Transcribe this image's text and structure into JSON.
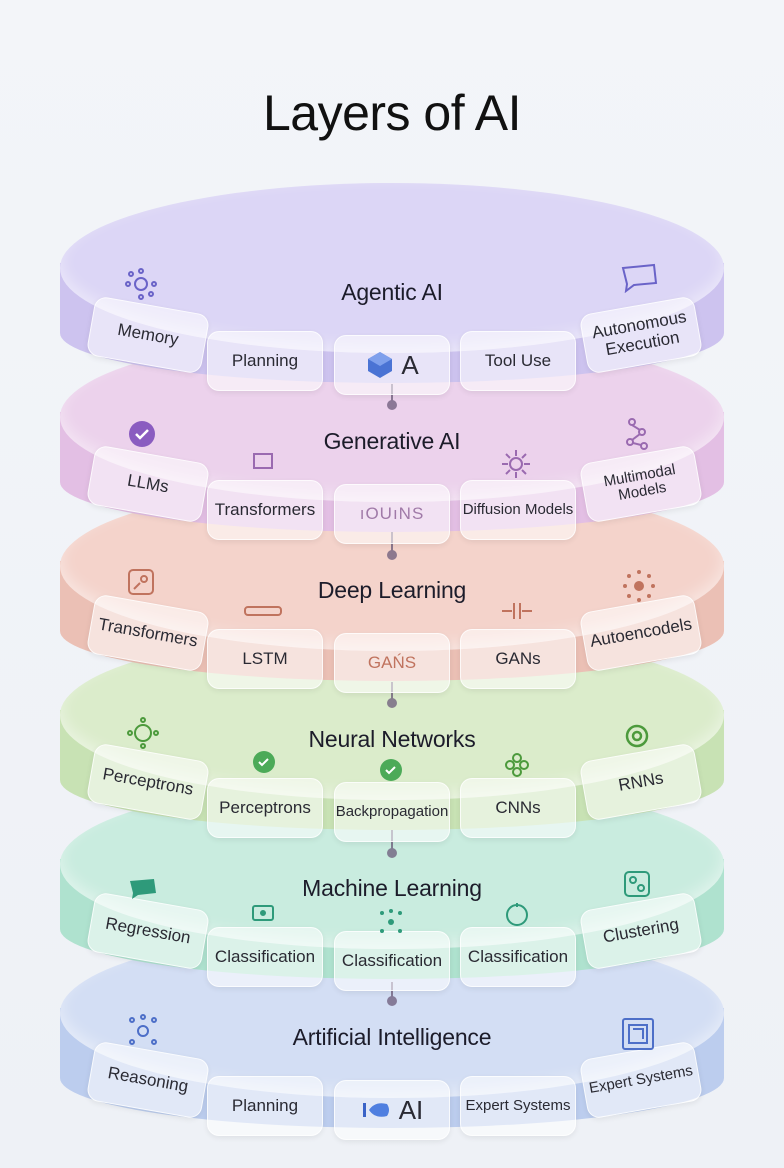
{
  "title": "Layers of AI",
  "layers": [
    {
      "heading": "Agentic AI",
      "cards": [
        "Memory",
        "Planning",
        "A",
        "Tool Use",
        "Autonomous Execution"
      ],
      "colors": {
        "top": "#dcd6f6",
        "side": "#cdc3ef"
      }
    },
    {
      "heading": "Generative AI",
      "cards": [
        "LLMs",
        "Transformers",
        "ıOUıNS",
        "Diffusion Models",
        "Multimodal Models"
      ],
      "colors": {
        "top": "#ecd2ec",
        "side": "#e3bfe4"
      }
    },
    {
      "heading": "Deep Learning",
      "cards": [
        "Transformers",
        "LSTM",
        "GAŃS",
        "GANs",
        "Autoencodels"
      ],
      "colors": {
        "top": "#f4d3cb",
        "side": "#ebc0b5"
      }
    },
    {
      "heading": "Neural Networks",
      "cards": [
        "Perceptrons",
        "Perceptrons",
        "Backpropagation",
        "CNNs",
        "RNNs"
      ],
      "colors": {
        "top": "#dbeccb",
        "side": "#c8e2b4"
      }
    },
    {
      "heading": "Machine Learning",
      "cards": [
        "Regression",
        "Classification",
        "Classification",
        "Classification",
        "Clustering"
      ],
      "colors": {
        "top": "#c9ecdf",
        "side": "#afe2cf"
      }
    },
    {
      "heading": "Artificial Intelligence",
      "cards": [
        "Reasoning",
        "Planning",
        "AI",
        "Expert Systems",
        "Expert Systems"
      ],
      "colors": {
        "top": "#d3def4",
        "side": "#bccdee"
      }
    }
  ]
}
